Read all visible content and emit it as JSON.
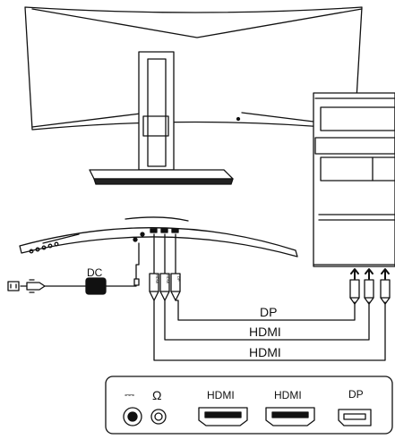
{
  "cable_labels": {
    "dc": "DC",
    "dp": "DP",
    "hdmi_1": "HDMI",
    "hdmi_2": "HDMI"
  },
  "port_panel": {
    "dc_symbol": "⎓",
    "headphone_symbol": "Ω",
    "hdmi_1": "HDMI",
    "hdmi_2": "HDMI",
    "dp": "DP"
  },
  "plug_labels": {
    "hdmi": "HDMI",
    "dp": "DP"
  }
}
